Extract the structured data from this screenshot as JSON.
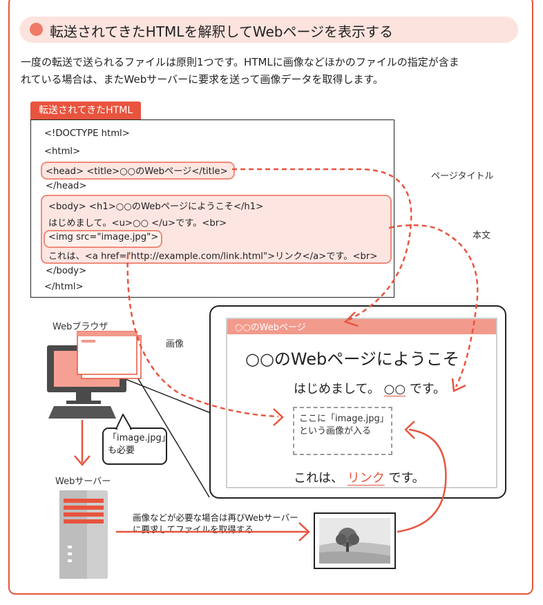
{
  "header": {
    "title": "転送されてきたHTMLを解釈してWebページを表示する"
  },
  "intro": {
    "line1": "一度の転送で送られるファイルは原則1つです。HTMLに画像などほかのファイルの指定が含ま",
    "line2": "れている場合は、またWebサーバーに要求を送って画像データを取得します。"
  },
  "code": {
    "tag": "転送されてきたHTML",
    "lines": [
      "<!DOCTYPE html>",
      "<html>",
      "<head> <title>○○のWebページ</title>",
      "</head>",
      "<body> <h1>○○のWebページにようこそ</h1>",
      "はじめまして。<u>○○ </u>です。<br>",
      "<img src=\"image.jpg\">",
      "これは、<a href=\"http://example.com/link.html\">リンク</a>です。<br>",
      "</body>",
      "</html>"
    ]
  },
  "labels": {
    "page_title": "ページタイトル",
    "body_text": "本文",
    "image": "画像",
    "web_browser": "Webブラウザ",
    "web_server": "Webサーバー"
  },
  "rendered_page": {
    "tab_title": "○○のWebページ",
    "heading": "○○のWebページにようこそ",
    "greeting_pre": "はじめまして。",
    "greeting_u": "○○",
    "greeting_post": "です。",
    "image_placeholder_line1": "ここに「image.jpg」",
    "image_placeholder_line2": "という画像が入る",
    "link_pre": "これは、",
    "link_text": "リンク",
    "link_post": "です。"
  },
  "bubble": {
    "line1": "「image.jpg」",
    "line2": "も必要"
  },
  "server_note": {
    "line1": "画像などが必要な場合は再びWebサーバー",
    "line2": "に要求してファイルを取得する"
  },
  "colors": {
    "accent": "#e8543e",
    "highlight_fill": "#fde6e2",
    "browser_bar": "#f29a8c"
  }
}
